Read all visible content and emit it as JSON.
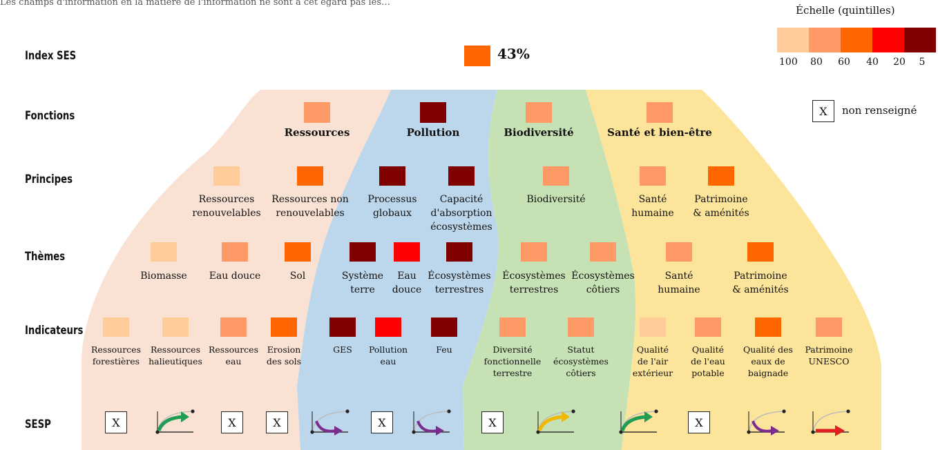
{
  "top_text": "Les champs d'information en la matière de l'information ne sont à cet égard pas les…",
  "scale": {
    "title": "Échelle (quintilles)",
    "colors": [
      "#ffcc99",
      "#ff9966",
      "#ff6600",
      "#ff0000",
      "#800000"
    ],
    "labels": [
      "100",
      "80",
      "60",
      "40",
      "20",
      "5"
    ]
  },
  "legend": {
    "x": "X",
    "label": "non renseigné"
  },
  "rows": {
    "index": "Index SES",
    "fonctions": "Fonctions",
    "principes": "Principes",
    "themes": "Thèmes",
    "indicateurs": "Indicateurs",
    "sesp": "SESP"
  },
  "index_ses": {
    "value": "43%",
    "color": "#ff6600"
  },
  "band_colors": {
    "ressources": "#f9e2d3",
    "pollution": "#bcd6ec",
    "biodiversite": "#c6e2b5",
    "sante": "#fde49b"
  },
  "fonctions": [
    {
      "label": "Ressources",
      "color": "#ff9966"
    },
    {
      "label": "Pollution",
      "color": "#800000"
    },
    {
      "label": "Biodiversité",
      "color": "#ff9966"
    },
    {
      "label": "Santé et bien-être",
      "color": "#ff9966"
    }
  ],
  "principes": [
    {
      "l1": "Ressources",
      "l2": "renouvelables",
      "l3": "",
      "color": "#ffcc99"
    },
    {
      "l1": "Ressources non",
      "l2": "renouvelables",
      "l3": "",
      "color": "#ff6600"
    },
    {
      "l1": "Processus",
      "l2": "globaux",
      "l3": "",
      "color": "#800000"
    },
    {
      "l1": "Capacité",
      "l2": "d'absorption",
      "l3": "écosystèmes",
      "color": "#800000"
    },
    {
      "l1": "Biodiversité",
      "l2": "",
      "l3": "",
      "color": "#ff9966"
    },
    {
      "l1": "Santé",
      "l2": "humaine",
      "l3": "",
      "color": "#ff9966"
    },
    {
      "l1": "Patrimoine",
      "l2": "& aménités",
      "l3": "",
      "color": "#ff6600"
    }
  ],
  "themes": [
    {
      "l1": "Biomasse",
      "l2": "",
      "color": "#ffcc99"
    },
    {
      "l1": "Eau douce",
      "l2": "",
      "color": "#ff9966"
    },
    {
      "l1": "Sol",
      "l2": "",
      "color": "#ff6600"
    },
    {
      "l1": "Système",
      "l2": "terre",
      "color": "#800000"
    },
    {
      "l1": "Eau",
      "l2": "douce",
      "color": "#ff0000"
    },
    {
      "l1": "Écosystèmes",
      "l2": "terrestres",
      "color": "#800000"
    },
    {
      "l1": "Écosystèmes",
      "l2": "terrestres",
      "color": "#ff9966"
    },
    {
      "l1": "Écosystèmes",
      "l2": "côtiers",
      "color": "#ff9966"
    },
    {
      "l1": "Santé",
      "l2": "humaine",
      "color": "#ff9966"
    },
    {
      "l1": "Patrimoine",
      "l2": "& aménités",
      "color": "#ff6600"
    }
  ],
  "indicateurs": [
    {
      "l1": "Ressources",
      "l2": "forestières",
      "l3": "",
      "color": "#ffcc99"
    },
    {
      "l1": "Ressources",
      "l2": "halieutiques",
      "l3": "",
      "color": "#ffcc99"
    },
    {
      "l1": "Ressources",
      "l2": "eau",
      "l3": "",
      "color": "#ff9966"
    },
    {
      "l1": "Erosion",
      "l2": "des sols",
      "l3": "",
      "color": "#ff6600"
    },
    {
      "l1": "GES",
      "l2": "",
      "l3": "",
      "color": "#800000"
    },
    {
      "l1": "Pollution",
      "l2": "eau",
      "l3": "",
      "color": "#ff0000"
    },
    {
      "l1": "Feu",
      "l2": "",
      "l3": "",
      "color": "#800000"
    },
    {
      "l1": "Diversité",
      "l2": "fonctionnelle",
      "l3": "terrestre",
      "color": "#ff9966"
    },
    {
      "l1": "Statut",
      "l2": "écosystèmes",
      "l3": "côtiers",
      "color": "#ff9966"
    },
    {
      "l1": "Qualité",
      "l2": "de l'air",
      "l3": "extérieur",
      "color": "#ffcc99"
    },
    {
      "l1": "Qualité",
      "l2": "de l'eau",
      "l3": "potable",
      "color": "#ff9966"
    },
    {
      "l1": "Qualité des",
      "l2": "eaux de",
      "l3": "baignade",
      "color": "#ff6600"
    },
    {
      "l1": "Patrimoine",
      "l2": "UNESCO",
      "l3": "",
      "color": "#ff9966"
    }
  ],
  "sesp": [
    {
      "kind": "x",
      "text": "X"
    },
    {
      "kind": "icon",
      "icon": "trend-up-green-icon",
      "color": "#1f9d55"
    },
    {
      "kind": "x",
      "text": "X"
    },
    {
      "kind": "x",
      "text": "X"
    },
    {
      "kind": "icon",
      "icon": "trend-down-purple-icon",
      "color": "#7b2d8e"
    },
    {
      "kind": "x",
      "text": "X"
    },
    {
      "kind": "icon",
      "icon": "trend-down-purple-icon",
      "color": "#7b2d8e"
    },
    {
      "kind": "x",
      "text": "X"
    },
    {
      "kind": "icon",
      "icon": "trend-up-yellow-icon",
      "color": "#f0b800"
    },
    {
      "kind": "icon",
      "icon": "trend-up-green-icon",
      "color": "#1f9d55"
    },
    {
      "kind": "x",
      "text": "X"
    },
    {
      "kind": "icon",
      "icon": "trend-down-purple-icon",
      "color": "#7b2d8e"
    },
    {
      "kind": "icon",
      "icon": "trend-flat-red-icon",
      "color": "#e02020"
    }
  ]
}
